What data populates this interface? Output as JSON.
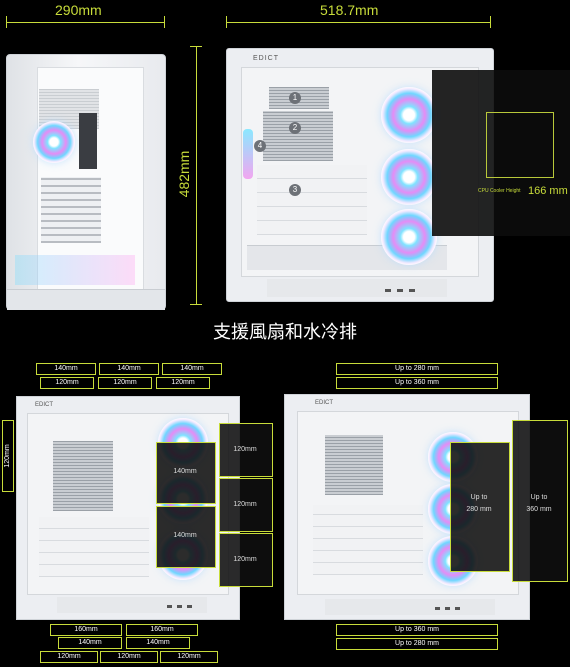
{
  "top": {
    "width_label": "290mm",
    "depth_label": "518.7mm",
    "height_label": "482mm",
    "cpu_cooler_label": "CPU Cooler Height",
    "cpu_cooler_value": "166 mm",
    "brand": "EDICT",
    "badges": [
      "1",
      "2",
      "3",
      "4"
    ]
  },
  "middle_caption": "支援風扇和水冷排",
  "bottom_left": {
    "top_row1": [
      "140mm",
      "140mm",
      "140mm"
    ],
    "top_row2": [
      "120mm",
      "120mm",
      "120mm"
    ],
    "side_label": "120mm",
    "zone_inner1": "140mm",
    "zone_inner2": "140mm",
    "zone_right": [
      "120mm",
      "120mm",
      "120mm"
    ],
    "bottom_row1": [
      "160mm",
      "160mm"
    ],
    "bottom_row2": [
      "140mm",
      "140mm"
    ],
    "bottom_row3": [
      "120mm",
      "120mm",
      "120mm"
    ]
  },
  "bottom_right": {
    "top_row1": "Up to 280 mm",
    "top_row2": "Up to 360 mm",
    "zone1": [
      "Up to",
      "280 mm"
    ],
    "zone2": [
      "Up to",
      "360 mm"
    ],
    "bottom_row1": "Up to 360 mm",
    "bottom_row2": "Up to 280 mm"
  }
}
